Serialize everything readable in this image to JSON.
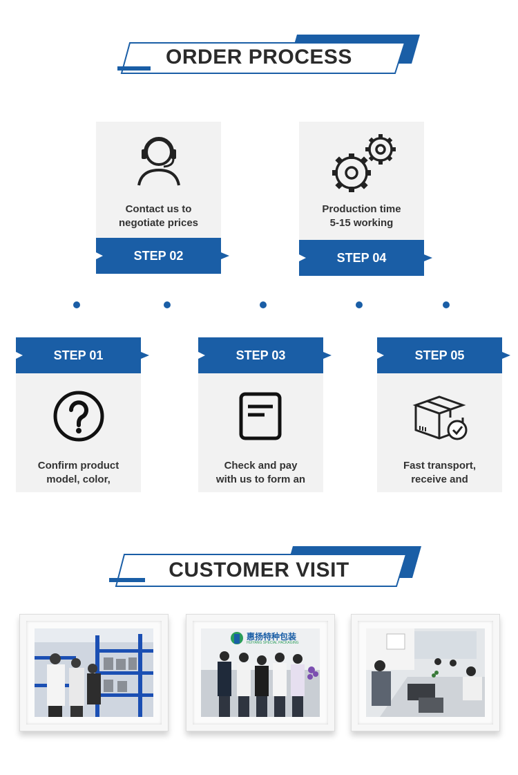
{
  "order_process": {
    "title": "ORDER PROCESS",
    "steps": [
      {
        "label": "STEP 01",
        "desc_line1": "Confirm product",
        "desc_line2": "model, color,",
        "icon": "question-circle-icon"
      },
      {
        "label": "STEP 02",
        "desc_line1": "Contact us to",
        "desc_line2": "negotiate prices",
        "icon": "headset-person-icon"
      },
      {
        "label": "STEP 03",
        "desc_line1": "Check and pay",
        "desc_line2": "with us to form an",
        "icon": "document-icon"
      },
      {
        "label": "STEP 04",
        "desc_line1": "Production time",
        "desc_line2": "5-15 working",
        "icon": "gears-icon"
      },
      {
        "label": "STEP 05",
        "desc_line1": "Fast transport,",
        "desc_line2": "receive and",
        "icon": "box-check-icon"
      }
    ]
  },
  "customer_visit": {
    "title": "CUSTOMER VISIT",
    "sign_text": "惠扬特种包装",
    "sign_subtext": "HUIYANG SPECIAL PACKAGING"
  },
  "colors": {
    "brand_blue": "#1a5ea6",
    "card_bg": "#f2f2f2"
  }
}
